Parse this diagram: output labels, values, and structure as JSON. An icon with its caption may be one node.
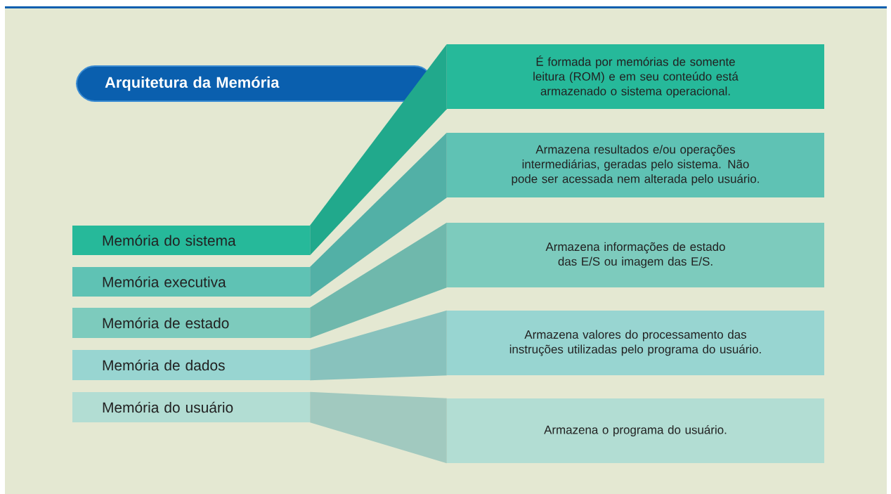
{
  "diagram": {
    "title": "Arquitetura da Memória",
    "nodes": [
      {
        "text": [
          "Memória do sistema"
        ]
      },
      {
        "text": [
          "Memória executiva"
        ]
      },
      {
        "text": [
          "Memória de estado"
        ]
      },
      {
        "text": [
          "Memória de dados"
        ]
      },
      {
        "text": [
          "Memória do usuário"
        ]
      },
      {
        "text": [
          "É formada por memórias de somente leitura (ROM) e em seu conteúdo está armazenado o sistema operacional."
        ]
      },
      {
        "text": [
          "Armazena resultados e/ou operações intermediárias, geradas pelo sistema. Não pode ser acessada nem alterada pelo usuário."
        ]
      },
      {
        "text": [
          "Armazena informações de estado das E/S ou imagem das E/S."
        ]
      },
      {
        "text": [
          "Armazena valores do processamento das instruções utilizadas pelo programa do usuário."
        ]
      },
      {
        "text": [
          "Armazena o programa do usuário."
        ]
      }
    ],
    "edges": [
      {
        "from": 0,
        "to": 5,
        "arrow": "none",
        "color": "#21a98c"
      },
      {
        "from": 1,
        "to": 6,
        "arrow": "none",
        "color": "#52b0a6"
      },
      {
        "from": 2,
        "to": 7,
        "arrow": "none",
        "color": "#6fb8ac"
      },
      {
        "from": 3,
        "to": 8,
        "arrow": "none",
        "color": "#88c2bd"
      },
      {
        "from": 4,
        "to": 9,
        "arrow": "none",
        "color": "#a1c9bf"
      }
    ]
  }
}
